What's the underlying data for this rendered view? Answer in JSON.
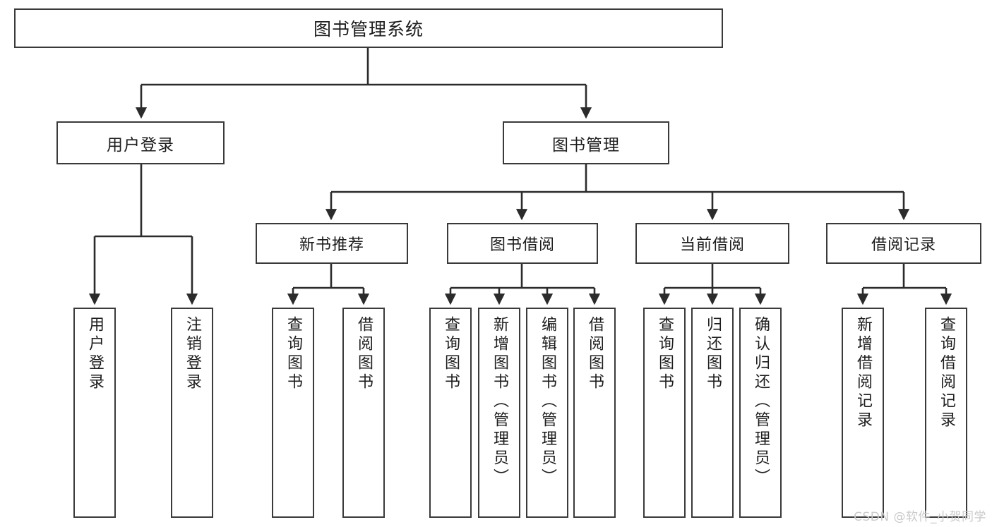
{
  "diagram": {
    "title": "图书管理系统",
    "type": "hierarchy-tree",
    "watermark": "CSDN @软件_小贺同学",
    "colors": {
      "node_border": "#3a3a3a",
      "node_fill": "#ffffff",
      "edge": "#2b2b2b",
      "text": "#1d1d1d",
      "watermark": "#c9c9c9"
    },
    "nodes": {
      "root": {
        "label": "图书管理系统"
      },
      "level2": [
        {
          "label": "用户登录"
        },
        {
          "label": "图书管理"
        }
      ],
      "level3": [
        {
          "label": "新书推荐"
        },
        {
          "label": "图书借阅"
        },
        {
          "label": "当前借阅"
        },
        {
          "label": "借阅记录"
        }
      ],
      "leaves": {
        "user_login": [
          {
            "label": "用户登录"
          },
          {
            "label": "注销登录"
          }
        ],
        "new_book": [
          {
            "label": "查询图书"
          },
          {
            "label": "借阅图书"
          }
        ],
        "book_borrow": [
          {
            "label": "查询图书"
          },
          {
            "label": "新增图书（管理员）"
          },
          {
            "label": "编辑图书（管理员）"
          },
          {
            "label": "借阅图书"
          }
        ],
        "current_borrow": [
          {
            "label": "查询图书"
          },
          {
            "label": "归还图书"
          },
          {
            "label": "确认归还（管理员）"
          }
        ],
        "borrow_record": [
          {
            "label": "新增借阅记录"
          },
          {
            "label": "查询借阅记录"
          }
        ]
      }
    }
  }
}
